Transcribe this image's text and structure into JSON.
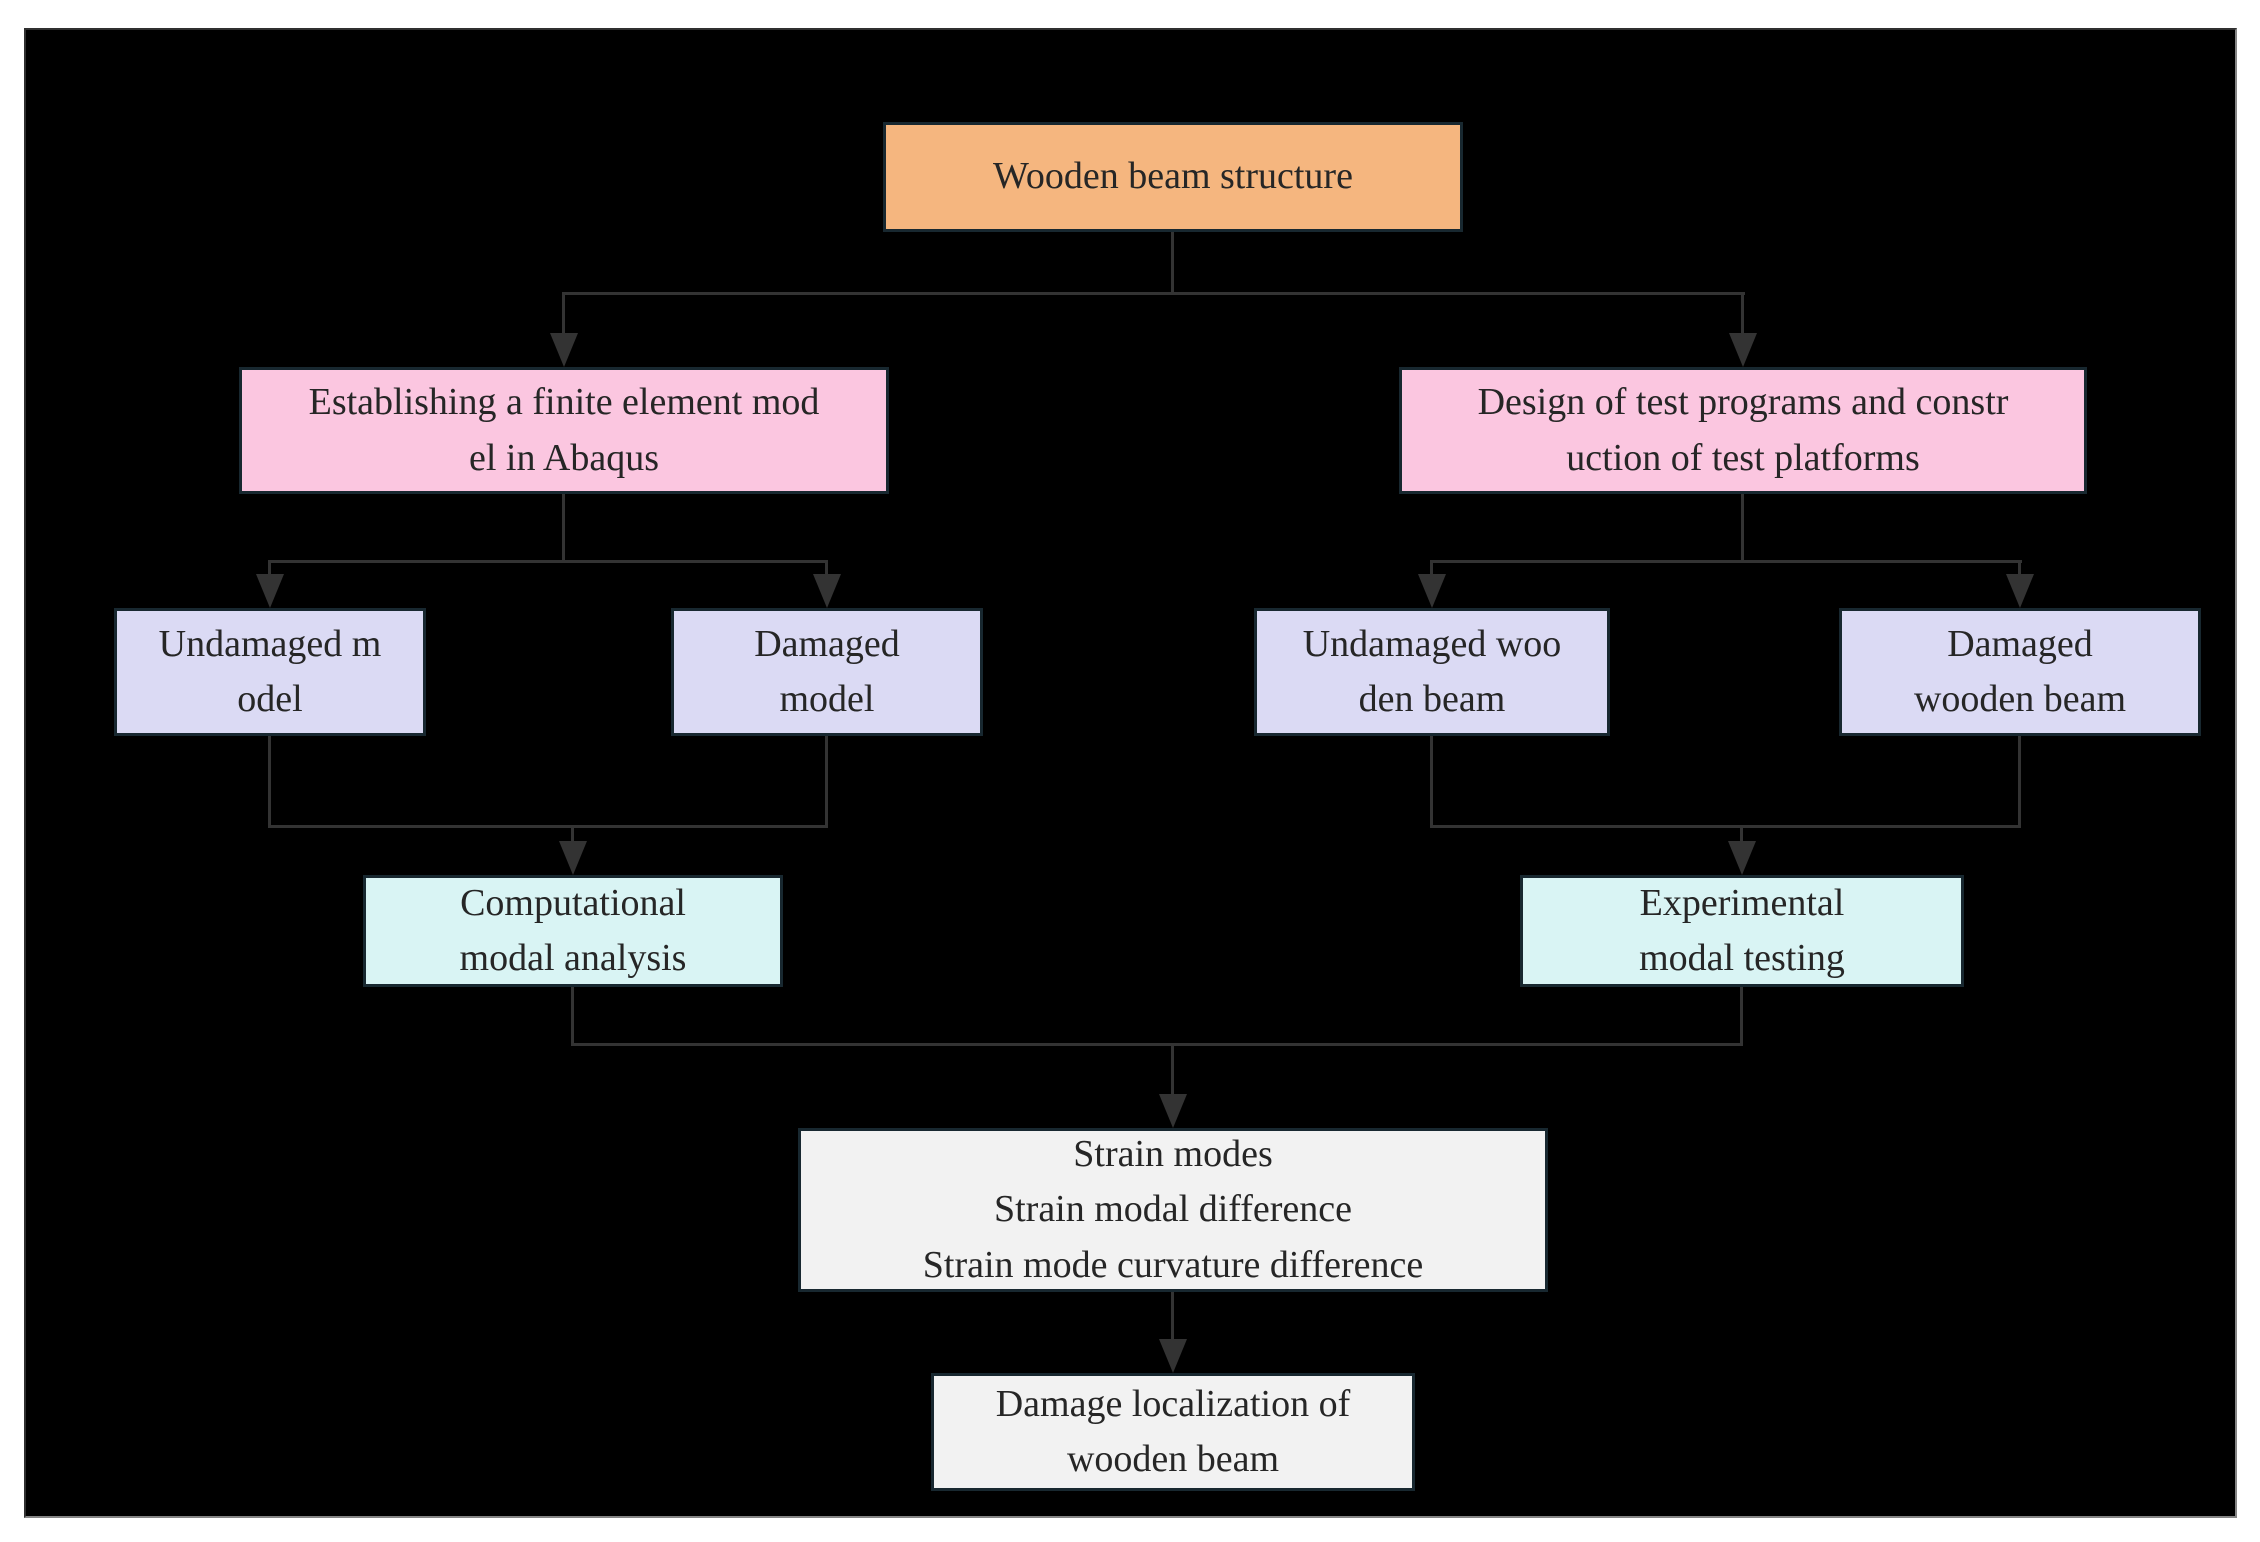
{
  "title": "Wooden beam damage localization flowchart",
  "colors": {
    "page_bg": "#ffffff",
    "panel_bg": "#000000",
    "panel_border": "#858585",
    "connector": "#333333",
    "node_border": "#182830",
    "node_text": "#262626",
    "root_fill": "#F5B67F",
    "pink_fill": "#FBC6E0",
    "lavender_fill": "#DBDAF4",
    "cyan_fill": "#D9F4F4",
    "gray_fill": "#F2F2F2"
  },
  "nodes": {
    "root": {
      "label": "Wooden beam structure",
      "fill": "#F5B67F"
    },
    "fem_model": {
      "label": "Establishing a finite element mod\nel in Abaqus",
      "fill": "#FBC6E0"
    },
    "test_design": {
      "label": "Design of test programs and constr\nuction of test platforms",
      "fill": "#FBC6E0"
    },
    "undamaged_model": {
      "label": "Undamaged m\nodel",
      "fill": "#DBDAF4"
    },
    "damaged_model": {
      "label": "Damaged\nmodel",
      "fill": "#DBDAF4"
    },
    "undamaged_beam": {
      "label": "Undamaged woo\nden beam",
      "fill": "#DBDAF4"
    },
    "damaged_beam": {
      "label": "Damaged\nwooden beam",
      "fill": "#DBDAF4"
    },
    "computational_analysis": {
      "label": "Computational\nmodal analysis",
      "fill": "#D9F4F4"
    },
    "experimental_testing": {
      "label": "Experimental\nmodal testing",
      "fill": "#D9F4F4"
    },
    "strain_indicators": {
      "label": "Strain modes\nStrain modal difference\nStrain mode curvature difference",
      "fill": "#F2F2F2"
    },
    "damage_localization": {
      "label": "Damage localization of\nwooden beam",
      "fill": "#F2F2F2"
    }
  },
  "edges": [
    {
      "from": "root",
      "to": "fem_model"
    },
    {
      "from": "root",
      "to": "test_design"
    },
    {
      "from": "fem_model",
      "to": "undamaged_model"
    },
    {
      "from": "fem_model",
      "to": "damaged_model"
    },
    {
      "from": "test_design",
      "to": "undamaged_beam"
    },
    {
      "from": "test_design",
      "to": "damaged_beam"
    },
    {
      "from": "undamaged_model",
      "to": "computational_analysis"
    },
    {
      "from": "damaged_model",
      "to": "computational_analysis"
    },
    {
      "from": "undamaged_beam",
      "to": "experimental_testing"
    },
    {
      "from": "damaged_beam",
      "to": "experimental_testing"
    },
    {
      "from": "computational_analysis",
      "to": "strain_indicators"
    },
    {
      "from": "experimental_testing",
      "to": "strain_indicators"
    },
    {
      "from": "strain_indicators",
      "to": "damage_localization"
    }
  ]
}
